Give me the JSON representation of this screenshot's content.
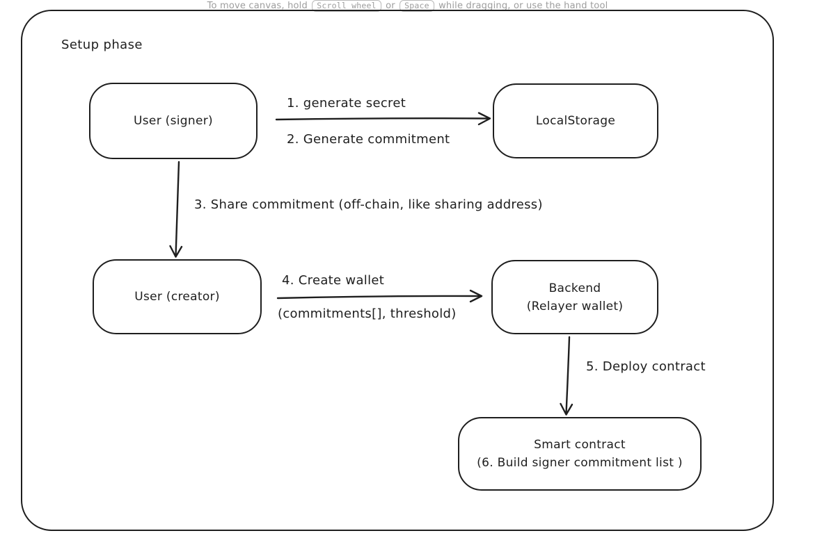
{
  "hint": {
    "prefix": "To move canvas, hold ",
    "key1": "Scroll wheel",
    "middle": " or ",
    "key2": "Space",
    "suffix": " while dragging, or use the hand tool"
  },
  "frame": {
    "title": "Setup phase"
  },
  "nodes": [
    {
      "id": "user-signer",
      "lines": [
        "User (signer)"
      ]
    },
    {
      "id": "localstorage",
      "lines": [
        "LocalStorage"
      ]
    },
    {
      "id": "user-creator",
      "lines": [
        "User (creator)"
      ]
    },
    {
      "id": "backend",
      "lines": [
        "Backend",
        "(Relayer wallet)"
      ]
    },
    {
      "id": "smart-contract",
      "lines": [
        "Smart contract",
        "(6. Build signer commitment list )"
      ]
    }
  ],
  "edges": [
    {
      "id": "generate-secret",
      "from": "user-signer",
      "to": "localstorage",
      "labels": [
        "1. generate secret",
        "2. Generate commitment"
      ]
    },
    {
      "id": "share-commitment",
      "from": "user-signer",
      "to": "user-creator",
      "labels": [
        "3. Share commitment (off-chain, like sharing address)"
      ]
    },
    {
      "id": "create-wallet",
      "from": "user-creator",
      "to": "backend",
      "labels": [
        "4. Create wallet",
        "(commitments[], threshold)"
      ]
    },
    {
      "id": "deploy-contract",
      "from": "backend",
      "to": "smart-contract",
      "labels": [
        "5. Deploy contract"
      ]
    }
  ],
  "colors": {
    "stroke": "#1e1e1e",
    "hint_text": "#9d9d9d",
    "background": "#ffffff"
  }
}
